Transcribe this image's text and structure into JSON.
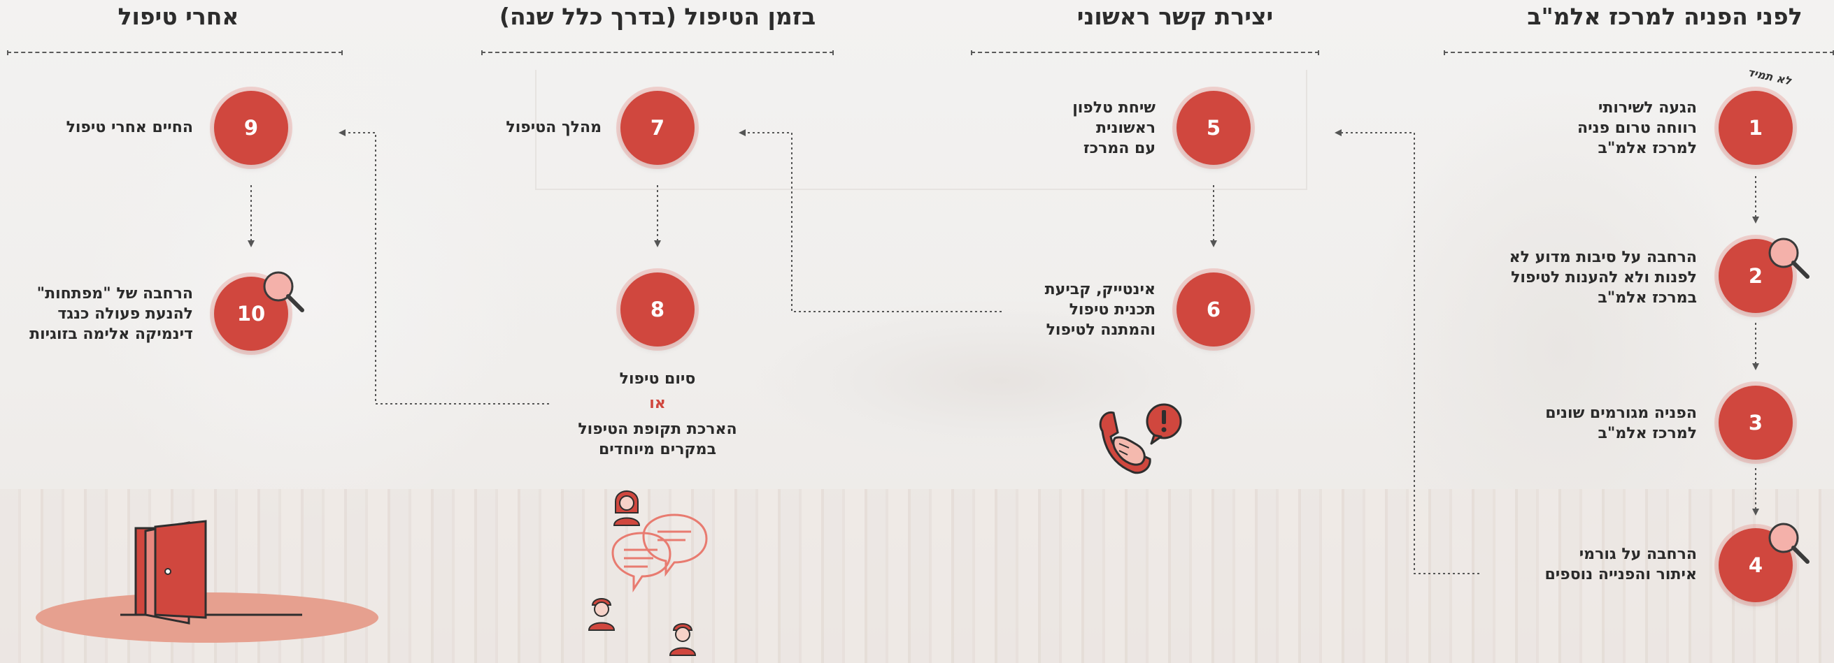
{
  "sections": [
    {
      "title": "לפני הפניה למרכז אלמ\"ב"
    },
    {
      "title": "יצירת קשר ראשוני"
    },
    {
      "title": "בזמן הטיפול (בדרך כלל שנה)"
    },
    {
      "title": "אחרי טיפול"
    }
  ],
  "steps": [
    {
      "num": "1",
      "lines": [
        "הגעה לשירותי",
        "רווחה טרום פניה",
        "למרכז אלמ\"ב"
      ]
    },
    {
      "num": "2",
      "lines": [
        "הרחבה על סיבות מדוע לא",
        "לפנות ולא להענות לטיפול",
        "במרכז אלמ\"ב"
      ]
    },
    {
      "num": "3",
      "lines": [
        "הפניה מגורמים שונים",
        "למרכז אלמ\"ב"
      ]
    },
    {
      "num": "4",
      "lines": [
        "הרחבה על גורמי",
        "איתור והפנייה נוספים"
      ]
    },
    {
      "num": "5",
      "lines": [
        "שיחת טלפון",
        "ראשונית",
        "עם המרכז"
      ]
    },
    {
      "num": "6",
      "lines": [
        "אינטייק, קביעת",
        "תכנית טיפול",
        "והמתנה לטיפול"
      ]
    },
    {
      "num": "7",
      "lines": [
        "מהלך הטיפול"
      ]
    },
    {
      "num": "8"
    },
    {
      "num": "9",
      "lines": [
        "החיים אחרי טיפול"
      ]
    },
    {
      "num": "10",
      "lines": [
        "הרחבה של \"מפתחות\"",
        "להנעת פעולה כנגד",
        "דינמיקה אלימה בזוגיות"
      ]
    }
  ],
  "step8_outcome": {
    "line1": "סיום טיפול",
    "or": "או",
    "line2": "הארכת תקופת הטיפול",
    "line3": "במקרים מיוחדים"
  },
  "tag_not_always": "לא תמיד",
  "colors": {
    "accent": "#d0473e",
    "accent_light": "#e8887f",
    "rug": "#e6a08f",
    "text": "#2a2a2a"
  },
  "icons": [
    "magnifier-icon",
    "phone-icon",
    "chat-people-icon",
    "door-icon"
  ]
}
